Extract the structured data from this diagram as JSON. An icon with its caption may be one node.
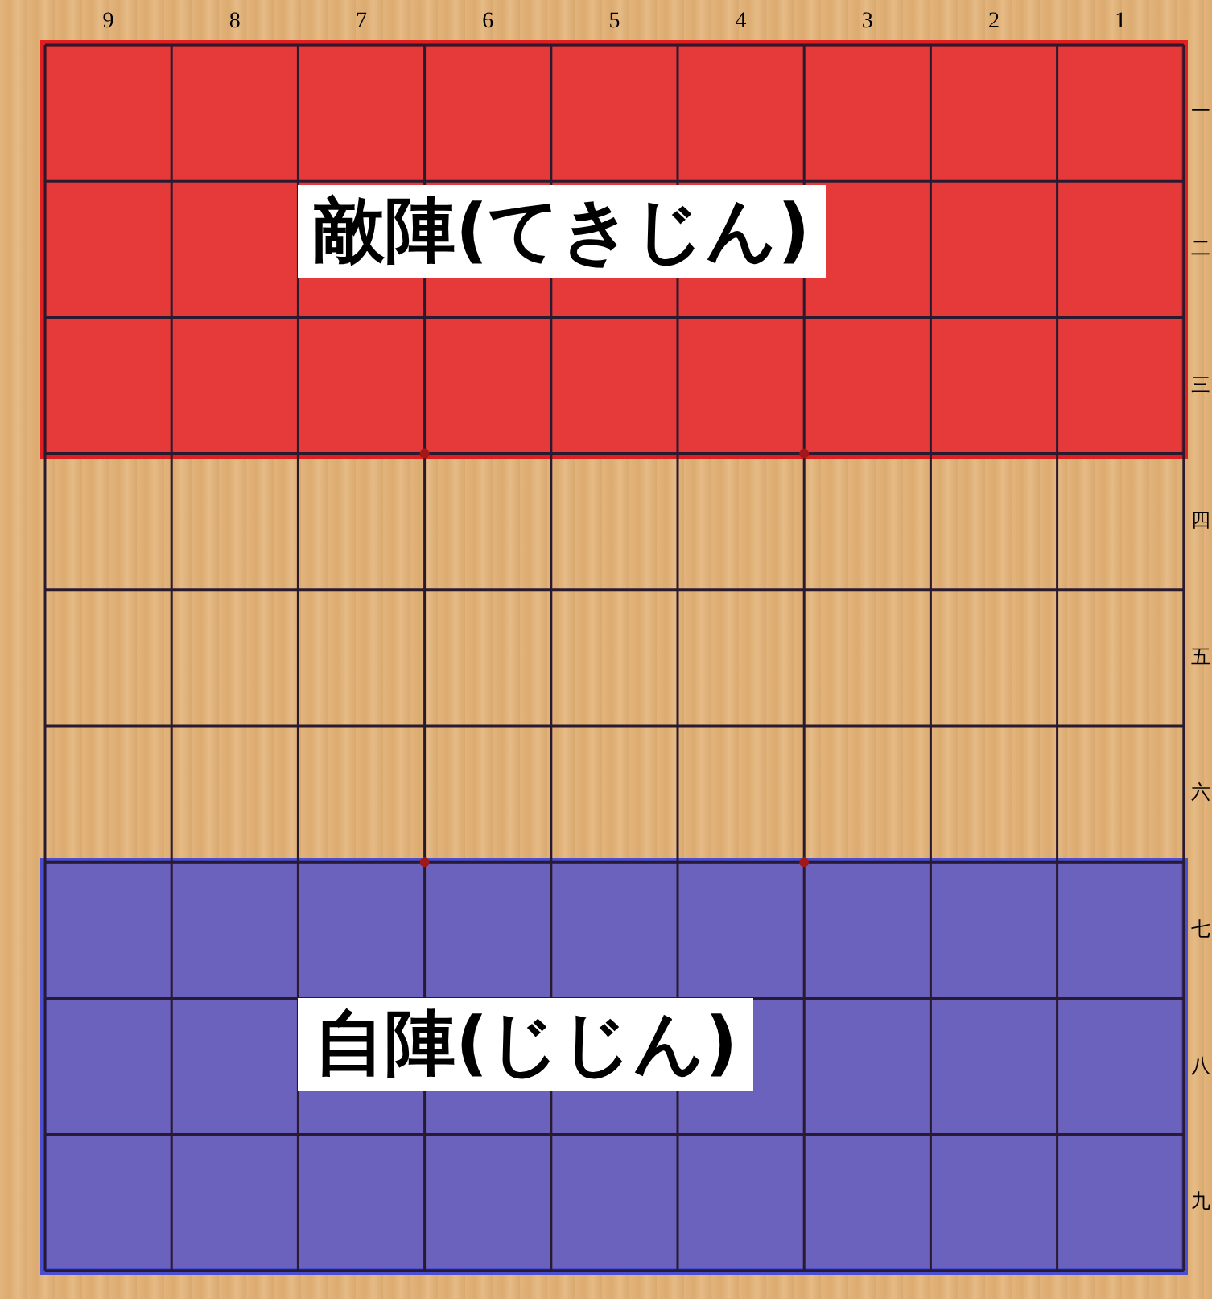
{
  "diagram": {
    "nodes": [
      {
        "text": [
          "敵陣(てきじん)"
        ]
      },
      {
        "text": [
          "自陣(じじん)"
        ]
      }
    ],
    "labels": [
      "9",
      "8",
      "7",
      "6",
      "5",
      "4",
      "3",
      "2",
      "1",
      "一",
      "二",
      "三",
      "四",
      "五",
      "六",
      "七",
      "八",
      "九"
    ]
  }
}
